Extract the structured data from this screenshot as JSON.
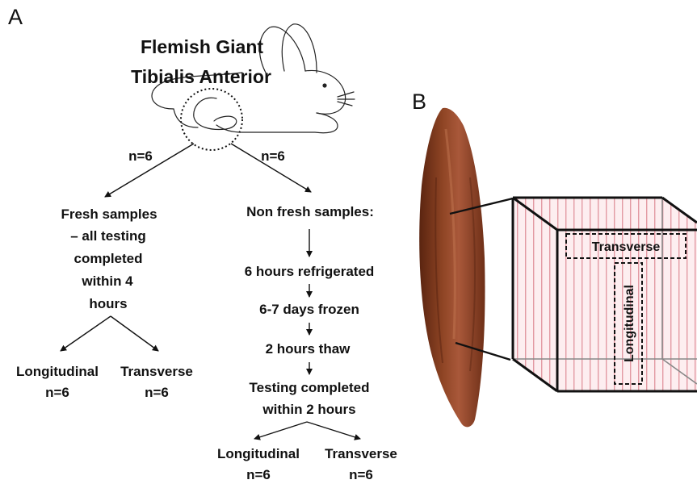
{
  "panel_a": {
    "label": "A",
    "title_lines": [
      "Flemish Giant",
      "Tibialis Anterior"
    ],
    "left_n": "n=6",
    "right_n": "n=6",
    "fresh": {
      "lines": [
        "Fresh samples",
        "– all testing",
        "completed",
        "within 4",
        "hours"
      ],
      "outcomes": [
        {
          "label": "Longitudinal",
          "n": "n=6"
        },
        {
          "label": "Transverse",
          "n": "n=6"
        }
      ]
    },
    "non_fresh": {
      "heading": "Non fresh samples:",
      "steps": [
        "6 hours refrigerated",
        "6-7 days frozen",
        "2 hours thaw"
      ],
      "final_lines": [
        "Testing completed",
        "within 2 hours"
      ],
      "outcomes": [
        {
          "label": "Longitudinal",
          "n": "n=6"
        },
        {
          "label": "Transverse",
          "n": "n=6"
        }
      ]
    }
  },
  "panel_b": {
    "label": "B",
    "transverse_label": "Transverse",
    "longitudinal_label": "Longitudinal"
  },
  "colors": {
    "muscle_dark": "#6e2f17",
    "muscle_light": "#b0603a",
    "stripe": "#e39aa3",
    "box_fill": "#fdeef0"
  }
}
